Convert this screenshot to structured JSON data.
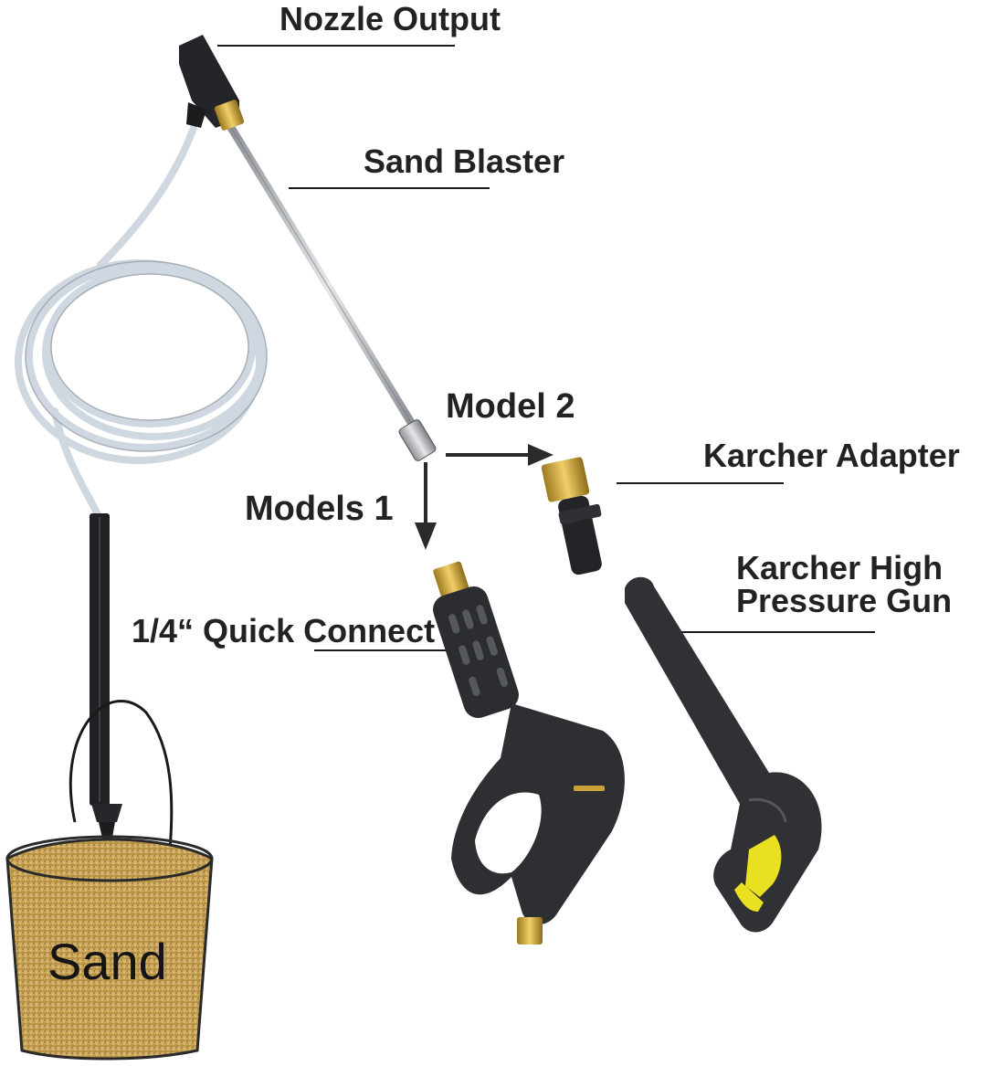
{
  "labels": {
    "nozzle_output": "Nozzle Output",
    "sand_blaster": "Sand Blaster",
    "model_2": "Model 2",
    "models_1": "Models 1",
    "karcher_adapter": "Karcher Adapter",
    "karcher_gun_line1": "Karcher High",
    "karcher_gun_line2": "Pressure Gun",
    "quick_connect": "1/4“ Quick Connect",
    "sand": "Sand"
  },
  "colors": {
    "label_text": "#222222",
    "leader_line": "#1a1a1a",
    "hose": "#cfd8e0",
    "wand_steel": "#b9bcc0",
    "gun_body": "#2d2f33",
    "brass": "#c9a23a",
    "sand": "#c9a45a",
    "karcher_yellow": "#e8e020"
  }
}
